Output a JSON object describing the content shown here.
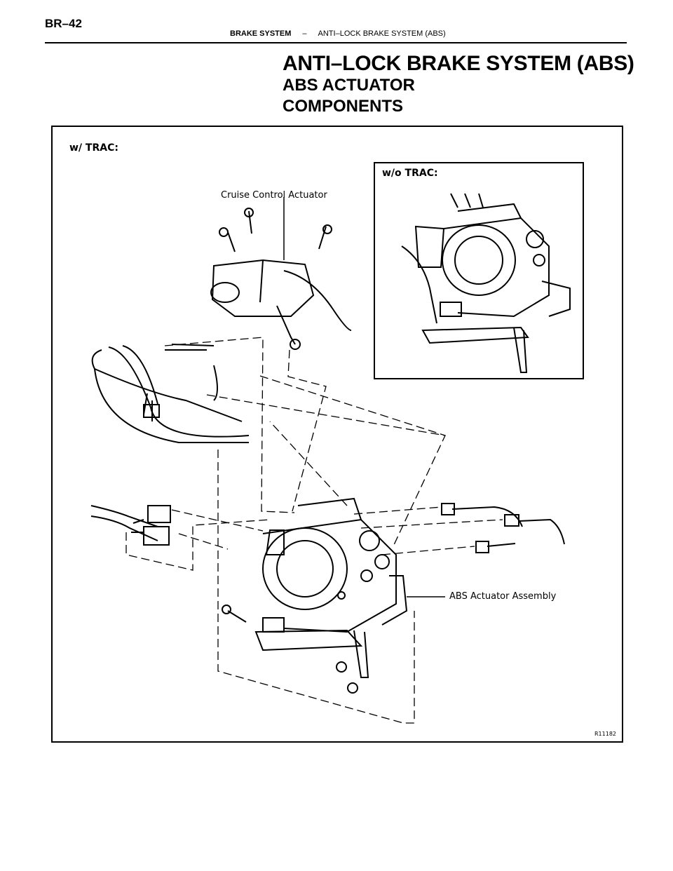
{
  "header": {
    "page_number": "BR–42",
    "section": "BRAKE SYSTEM",
    "separator": "–",
    "subsection": "ANTI–LOCK BRAKE SYSTEM (ABS)"
  },
  "titles": {
    "main": "ANTI–LOCK BRAKE SYSTEM (ABS)",
    "sub1": "ABS ACTUATOR",
    "sub2": "COMPONENTS"
  },
  "figure": {
    "label_with_trac": "w/ TRAC:",
    "label_without_trac": "w/o TRAC:",
    "callout_cruise": "Cruise Control Actuator",
    "callout_abs": "ABS Actuator Assembly",
    "figure_code": "R11182"
  }
}
